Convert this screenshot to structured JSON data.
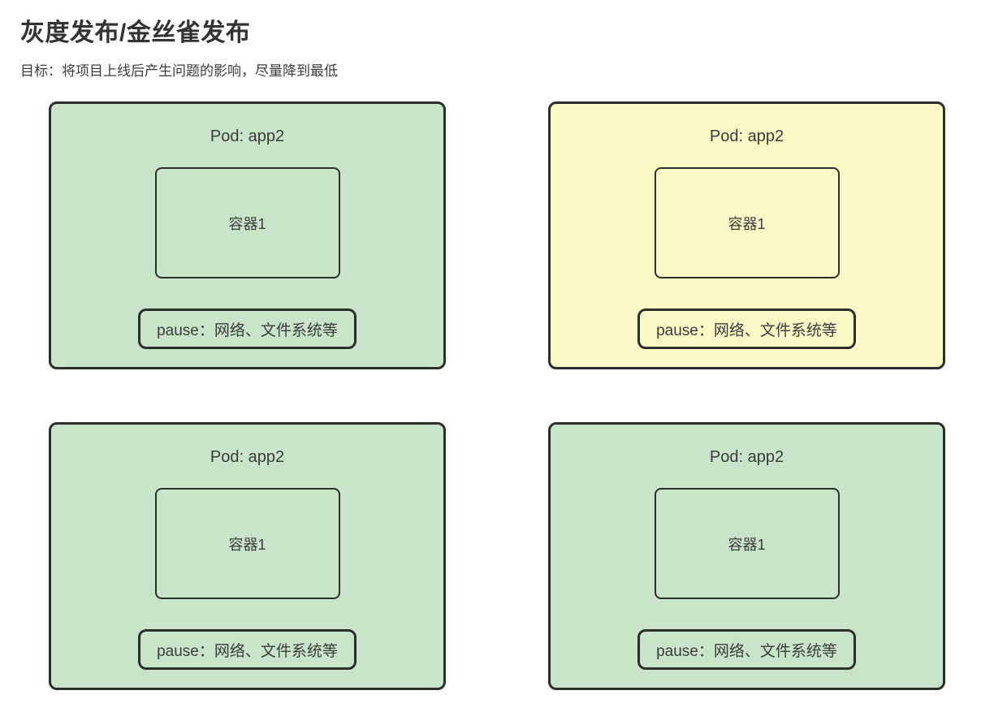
{
  "header": {
    "title": "灰度发布/金丝雀发布",
    "subtitle": "目标：将项目上线后产生问题的影响，尽量降到最低"
  },
  "colors": {
    "pod-green-fill": "#c8e4c9",
    "pod-yellow-fill": "#fafac6",
    "pod-border": "#2b312a",
    "text-dark": "#3b3b3b",
    "page-background": "#ffffff"
  },
  "pods": [
    {
      "title": "Pod: app2",
      "container_label": "容器1",
      "pause_label": "pause：网络、文件系统等",
      "variant": "green"
    },
    {
      "title": "Pod: app2",
      "container_label": "容器1",
      "pause_label": "pause：网络、文件系统等",
      "variant": "yellow"
    },
    {
      "title": "Pod: app2",
      "container_label": "容器1",
      "pause_label": "pause：网络、文件系统等",
      "variant": "green"
    },
    {
      "title": "Pod: app2",
      "container_label": "容器1",
      "pause_label": "pause：网络、文件系统等",
      "variant": "green"
    }
  ]
}
